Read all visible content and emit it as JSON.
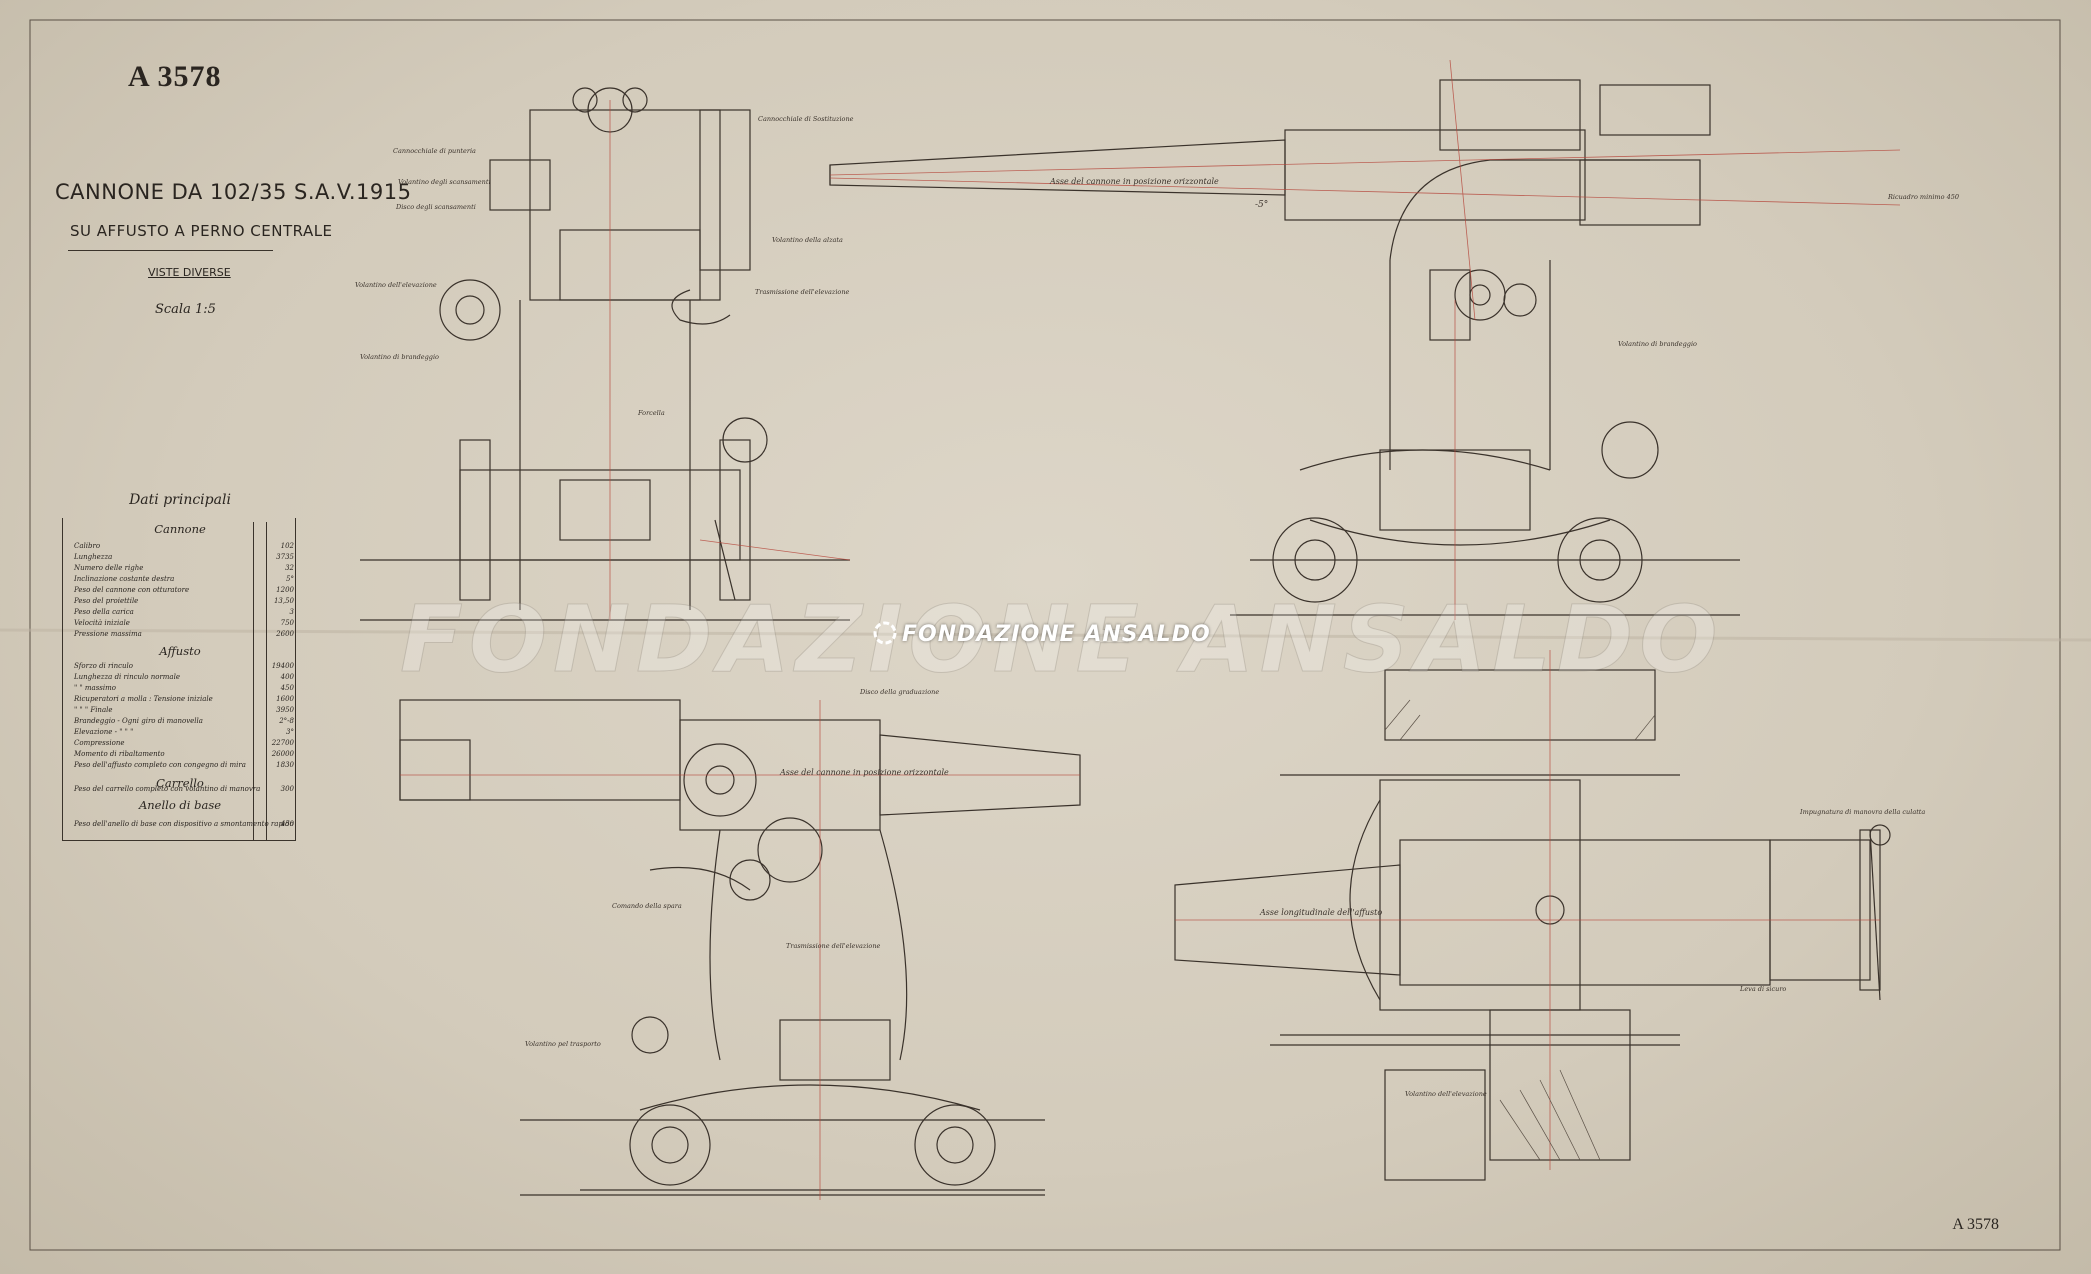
{
  "sheet": {
    "drawing_number": "A 3578",
    "drawing_number_corner": "A 3578",
    "title": "CANNONE DA 102/35 S.A.V.1915",
    "subtitle": "SU AFFUSTO A PERNO CENTRALE",
    "views_label": "VISTE DIVERSE",
    "scale_label": "Scala 1:5"
  },
  "watermark": {
    "text": "FONDAZIONE ANSALDO",
    "logo_text": "FONDAZIONE ANSALDO"
  },
  "main_data": {
    "title": "Dati principali",
    "sections": [
      {
        "title": "Cannone",
        "rows": [
          {
            "label": "Calibro",
            "value": "102"
          },
          {
            "label": "Lunghezza",
            "value": "3735"
          },
          {
            "label": "Numero delle righe",
            "value": "32"
          },
          {
            "label": "Inclinazione costante destra",
            "value": "5°"
          },
          {
            "label": "Peso del cannone con otturatore",
            "value": "1200"
          },
          {
            "label": "Peso del proiettile",
            "value": "13,50"
          },
          {
            "label": "Peso della carica",
            "value": "3"
          },
          {
            "label": "Velocità iniziale",
            "value": "750"
          },
          {
            "label": "Pressione massima",
            "value": "2600"
          }
        ]
      },
      {
        "title": "Affusto",
        "rows": [
          {
            "label": "Sforzo di rinculo",
            "value": "19400"
          },
          {
            "label": "Lunghezza di rinculo normale",
            "value": "400"
          },
          {
            "label": "\" \" massimo",
            "value": "450"
          },
          {
            "label": "Ricuperatori a molla : Tensione iniziale",
            "value": "1600"
          },
          {
            "label": "\" \" \" Finale",
            "value": "3950"
          },
          {
            "label": "Brandeggio - Ogni giro di manovella",
            "value": "2°-8"
          },
          {
            "label": "Elevazione - \" \" \"",
            "value": "3°"
          },
          {
            "label": "Compressione",
            "value": "22700"
          },
          {
            "label": "Momento di ribaltamento",
            "value": "26000"
          },
          {
            "label": "Peso dell'affusto completo con congegno di mira",
            "value": "1830"
          }
        ]
      },
      {
        "title": "Carrello",
        "rows": [
          {
            "label": "Peso del carrello completo con volantino di manovra",
            "value": "300"
          }
        ]
      },
      {
        "title": "Anello di base",
        "rows": [
          {
            "label": "Peso dell'anello di base con dispositivo a smontamento rapido",
            "value": "450"
          }
        ]
      }
    ]
  },
  "callouts": {
    "front": [
      "Cannocchiale di punteria",
      "Volantino degli scansamenti",
      "Disco degli scansamenti",
      "Cannocchiale di Sostituzione",
      "Volantino della alzata",
      "Trasmissione dell'elevazione",
      "Volantino dell'elevazione",
      "Volantino di brandeggio",
      "Forcella"
    ],
    "side": [
      "Asse del cannone in posizione orizzontale",
      "-5°",
      "Volantino di brandeggio",
      "Ricuadro minimo 450"
    ],
    "lower_side": [
      "Disco della graduazione",
      "Asse del cannone in posizione orizzontale",
      "Comando della spara",
      "Trasmissione dell'elevazione",
      "Volantino pel trasporto"
    ],
    "plan": [
      "Impugnatura di manovra della culatta",
      "Asse longitudinale dell'affusto",
      "Leva di sicuro",
      "Volantino dell'elevazione"
    ]
  },
  "colors": {
    "paper": "#d6cfc0",
    "ink": "#2a2520",
    "red_line": "#b5453a"
  }
}
